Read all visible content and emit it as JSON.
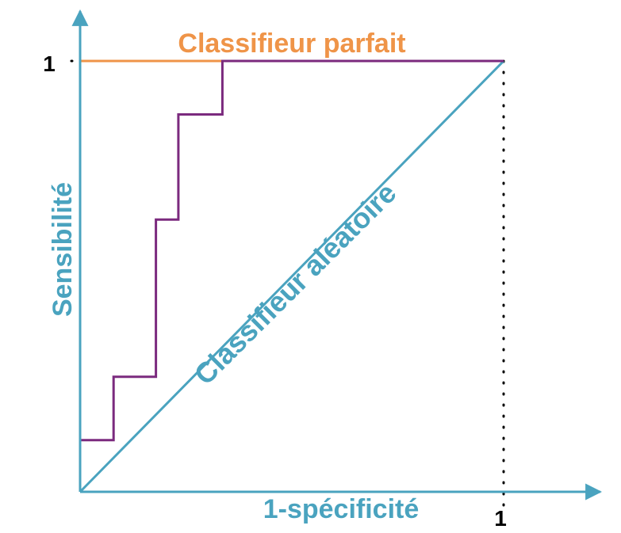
{
  "chart_data": {
    "type": "line",
    "xlabel": "1-spécificité",
    "ylabel": "Sensibilité",
    "xlim": [
      0,
      1
    ],
    "ylim": [
      0,
      1
    ],
    "x_tick_labels": [
      "1"
    ],
    "y_tick_labels": [
      "1"
    ],
    "grid": false,
    "colors": {
      "axes": "#4aa3bf",
      "roc": "#7b2a7e",
      "perfect": "#ef9448",
      "random": "#4aa3bf",
      "guides": "#000000",
      "xlabel": "#4aa3bf",
      "ylabel": "#4aa3bf"
    },
    "series": [
      {
        "name": "",
        "role": "roc",
        "x": [
          0,
          0,
          0.079,
          0.079,
          0.179,
          0.179,
          0.232,
          0.232,
          0.336,
          0.336,
          1
        ],
        "y": [
          0,
          0.12,
          0.12,
          0.267,
          0.267,
          0.632,
          0.632,
          0.876,
          0.876,
          1,
          1
        ]
      },
      {
        "name": "Classifieur parfait",
        "role": "perfect",
        "x": [
          0,
          0,
          1
        ],
        "y": [
          0,
          1,
          1
        ]
      },
      {
        "name": "Classifieur aléatoire",
        "role": "random",
        "x": [
          0,
          1
        ],
        "y": [
          0,
          1
        ]
      }
    ]
  }
}
